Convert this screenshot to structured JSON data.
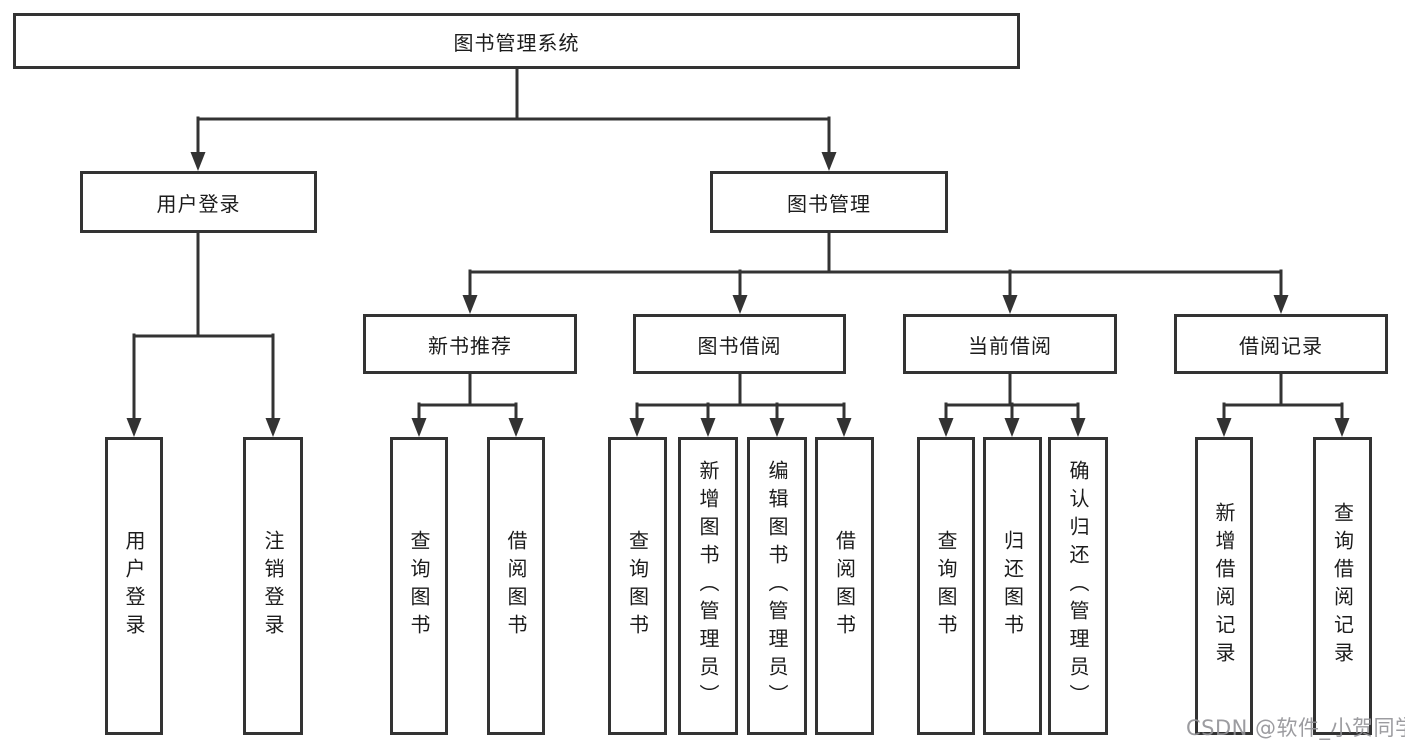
{
  "diagram_title": "图书管理系统",
  "colors": {
    "line": "#333333",
    "box_border": "#333333",
    "box_background": "#ffffff",
    "text": "#1c1c1c",
    "watermark": "#919196"
  },
  "watermark": "CSDN @软件_小贺同学",
  "tree": {
    "label": "图书管理系统",
    "children": [
      {
        "label": "用户登录",
        "children": [
          {
            "label": "用户登录"
          },
          {
            "label": "注销登录"
          }
        ]
      },
      {
        "label": "图书管理",
        "children": [
          {
            "label": "新书推荐",
            "children": [
              {
                "label": "查询图书"
              },
              {
                "label": "借阅图书"
              }
            ]
          },
          {
            "label": "图书借阅",
            "children": [
              {
                "label": "查询图书"
              },
              {
                "label": "新增图书（管理员）"
              },
              {
                "label": "编辑图书（管理员）"
              },
              {
                "label": "借阅图书"
              }
            ]
          },
          {
            "label": "当前借阅",
            "children": [
              {
                "label": "查询图书"
              },
              {
                "label": "归还图书"
              },
              {
                "label": "确认归还（管理员）"
              }
            ]
          },
          {
            "label": "借阅记录",
            "children": [
              {
                "label": "新增借阅记录"
              },
              {
                "label": "查询借阅记录"
              }
            ]
          }
        ]
      }
    ]
  }
}
